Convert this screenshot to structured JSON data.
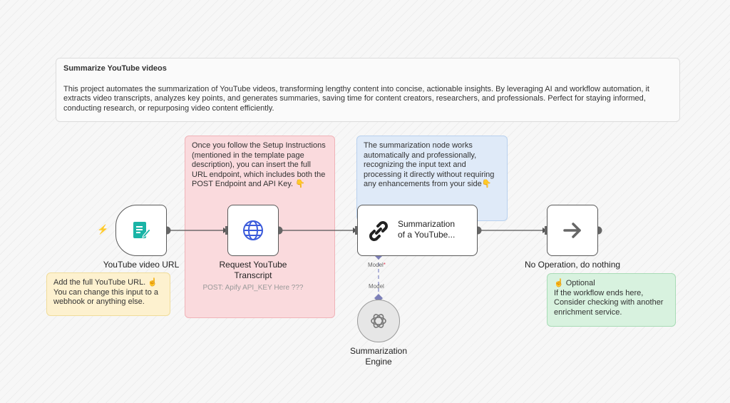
{
  "notes": {
    "top": {
      "title": "Summarize YouTube videos",
      "body": "This project automates the summarization of YouTube videos, transforming lengthy content into concise, actionable insights. By leveraging AI and workflow automation, it extracts video transcripts, analyzes key points, and generates summaries, saving time for content creators, researchers, and professionals. Perfect for staying informed, conducting research, or repurposing video content efficiently."
    },
    "red": "Once you follow the Setup Instructions (mentioned in the template page description), you can insert the full URL endpoint, which includes both the POST Endpoint and API Key. 👇",
    "blue": "The summarization node works automatically and professionally, recognizing the input text and processing it directly without requiring any enhancements from your side👇",
    "yellow_line1": "Add the full YouTube URL. ☝",
    "yellow_line2": "You can change this input to a webhook or anything else.",
    "green_line1": "☝ Optional",
    "green_line2": "If the workflow ends here, Consider checking with another enrichment service."
  },
  "nodes": {
    "trigger": {
      "label": "YouTube video URL",
      "icon": "form-edit-icon",
      "color": "#1ab4a6"
    },
    "http": {
      "label_line1": "Request YouTube",
      "label_line2": "Transcript",
      "sublabel": "POST: Apify API_KEY Here ???",
      "icon": "globe-icon",
      "color": "#3b5bdb"
    },
    "summ": {
      "text_line1": "Summarization",
      "text_line2": "of a YouTube...",
      "icon": "chain-link-icon"
    },
    "noop": {
      "label": "No Operation, do nothing",
      "icon": "arrow-right-icon"
    },
    "engine": {
      "label_line1": "Summarization",
      "label_line2": "Engine",
      "icon": "openai-icon"
    }
  },
  "ports": {
    "model_required": "Model",
    "required_mark": "*",
    "model": "Model"
  }
}
